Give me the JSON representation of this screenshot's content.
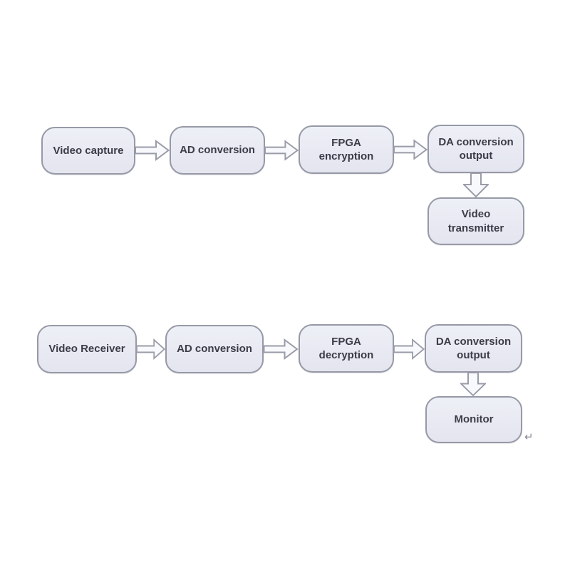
{
  "diagram": {
    "title_hint": "video encryption transmission flow",
    "rows": [
      {
        "name": "transmitter-chain",
        "nodes": [
          {
            "label": "Video capture"
          },
          {
            "label": "AD conversion"
          },
          {
            "label": "FPGA encryption"
          },
          {
            "label": "DA conversion output"
          },
          {
            "label": "Video transmitter"
          }
        ]
      },
      {
        "name": "receiver-chain",
        "nodes": [
          {
            "label": "Video Receiver"
          },
          {
            "label": "AD conversion"
          },
          {
            "label": "FPGA decryption"
          },
          {
            "label": "DA conversion output"
          },
          {
            "label": "Monitor"
          }
        ]
      }
    ],
    "return_symbol": "↵",
    "colors": {
      "background": "#ffffff",
      "box_fill": "#e8e9f2",
      "box_border": "#9699a6",
      "text": "#3b3c47",
      "arrow_fill": "#f8f9fc",
      "arrow_border": "#9a9ca8"
    }
  }
}
